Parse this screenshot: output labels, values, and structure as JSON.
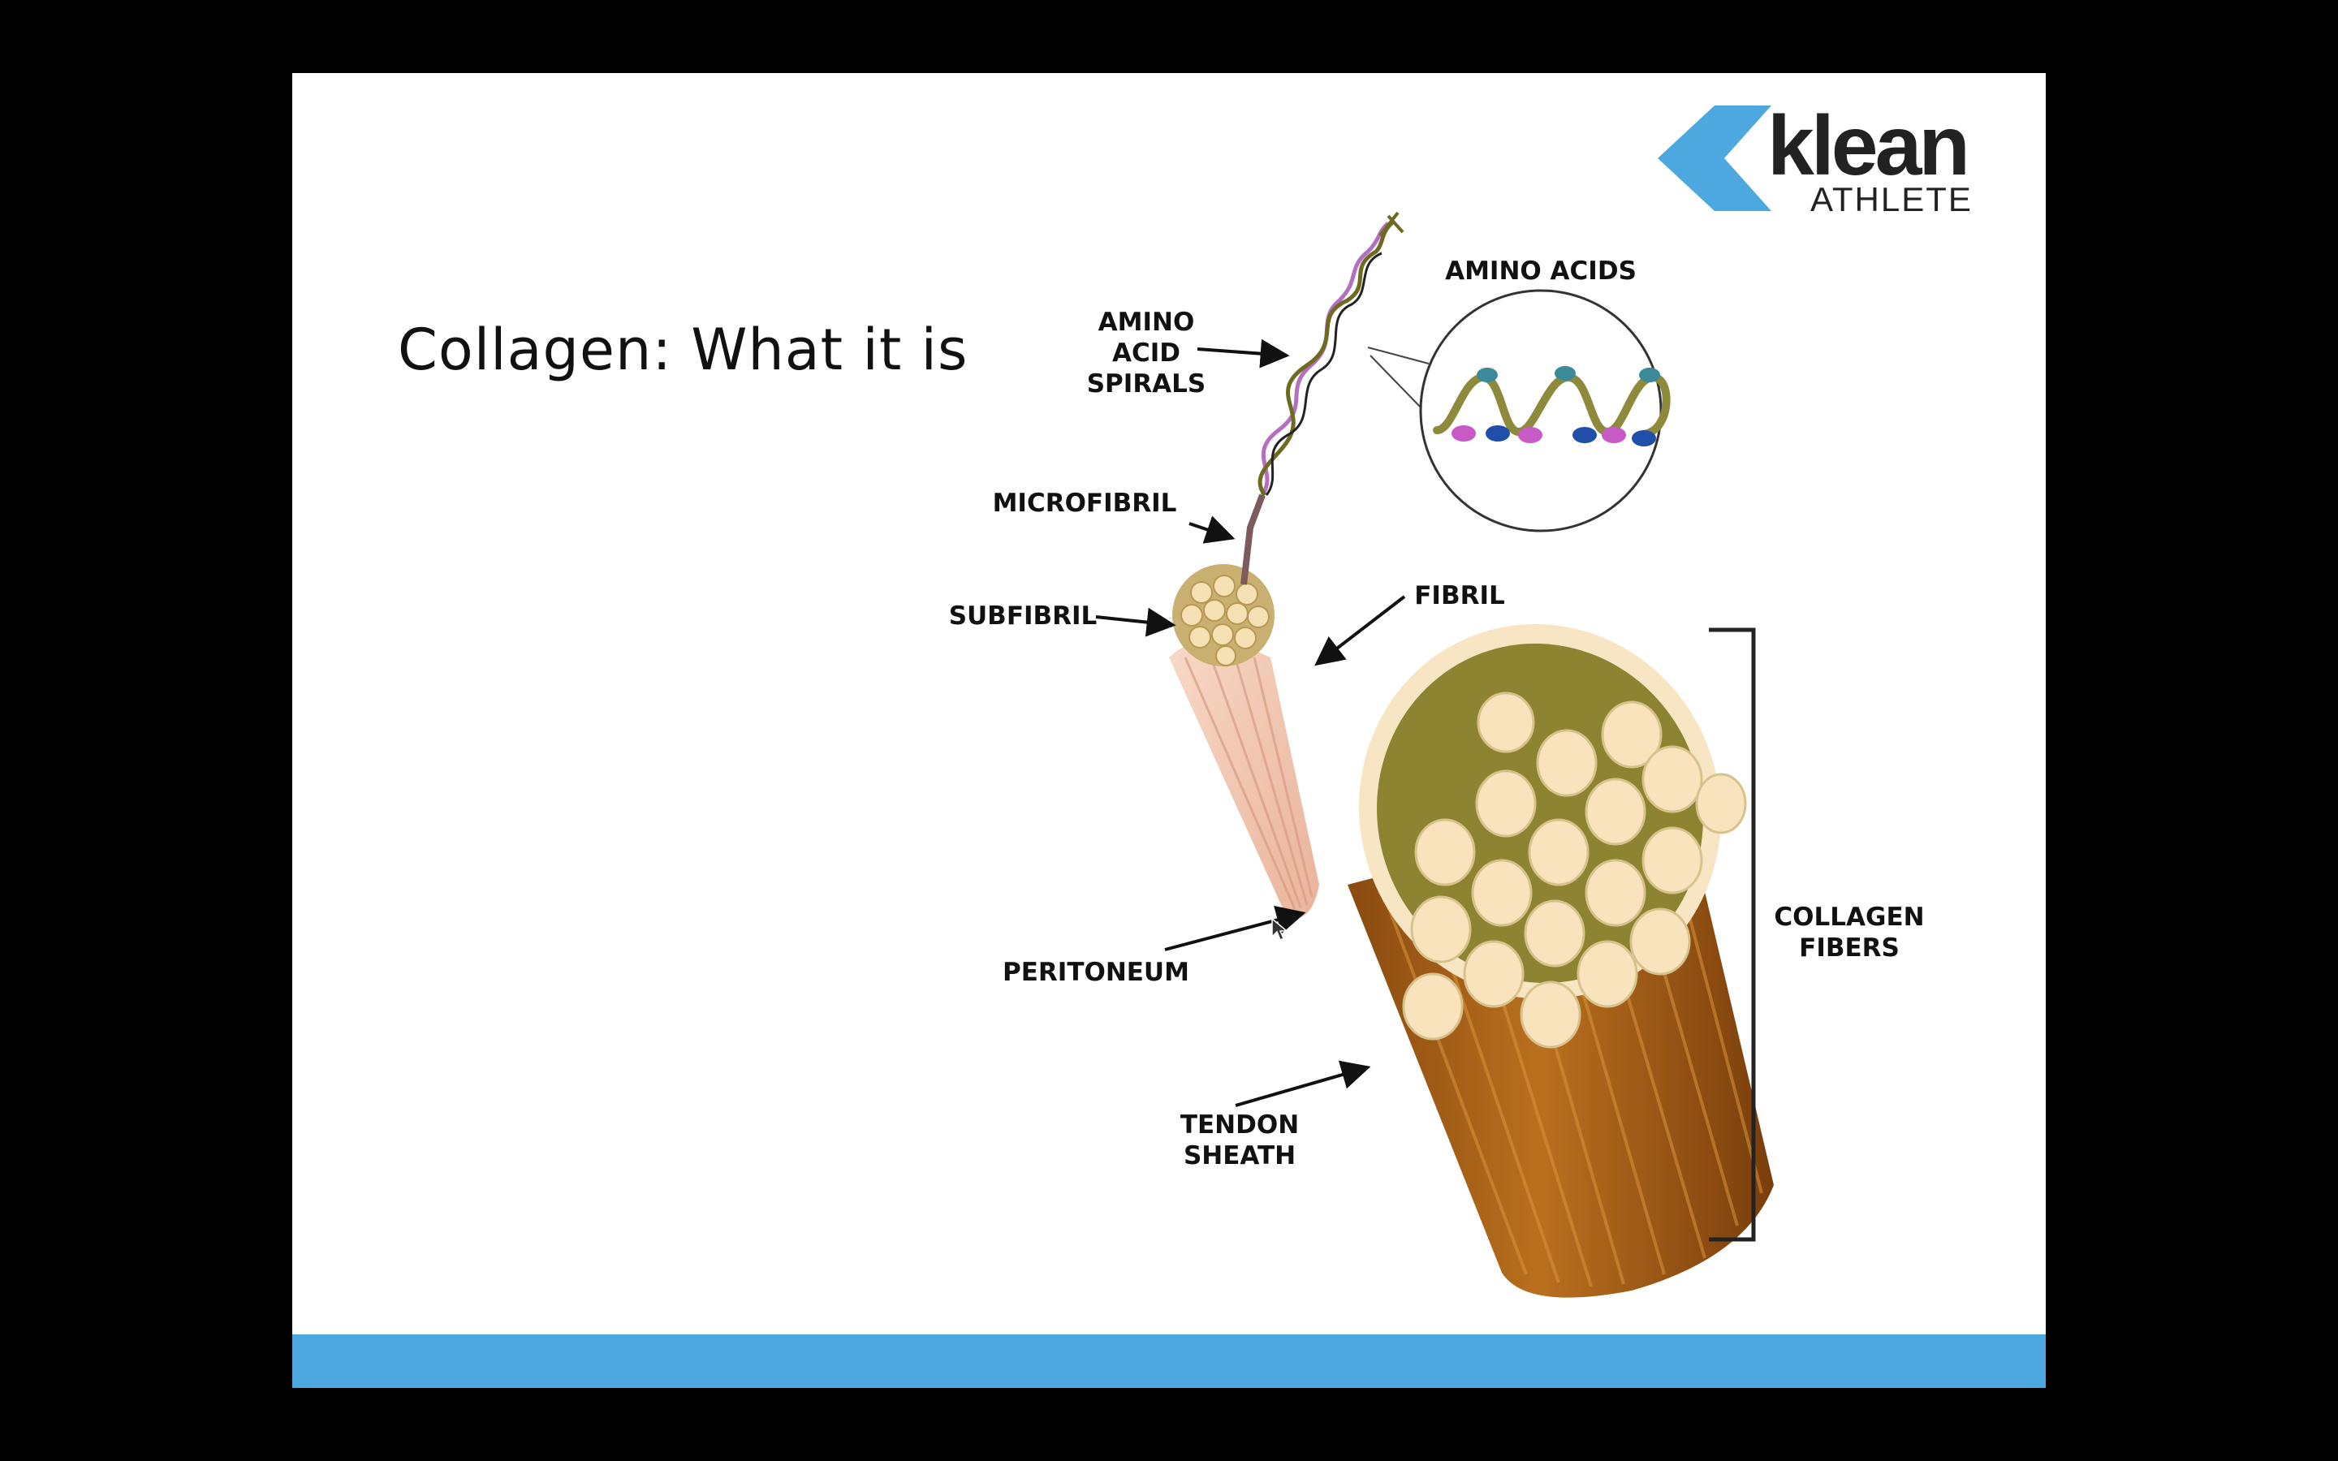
{
  "slide": {
    "title": "Collagen:  What it is",
    "accent_bar_color": "#4ea8e0",
    "logo": {
      "word": "klean",
      "sub": "ATHLETE",
      "color": "#4ea8e0"
    }
  },
  "diagram": {
    "labels": {
      "amino_acids": "AMINO ACIDS",
      "spirals": [
        "AMINO",
        "ACID",
        "SPIRALS"
      ],
      "microfibril": "MICROFIBRIL",
      "subfibril": "SUBFIBRIL",
      "fibril": "FIBRIL",
      "peritoneum": "PERITONEUM",
      "tendon_sheath": [
        "TENDON",
        "SHEATH"
      ],
      "collagen_fibers": [
        "COLLAGEN",
        "FIBERS"
      ]
    }
  },
  "icons": {
    "pointer": "mouse-cursor-icon",
    "logo_mark": "chevron-left-icon"
  }
}
